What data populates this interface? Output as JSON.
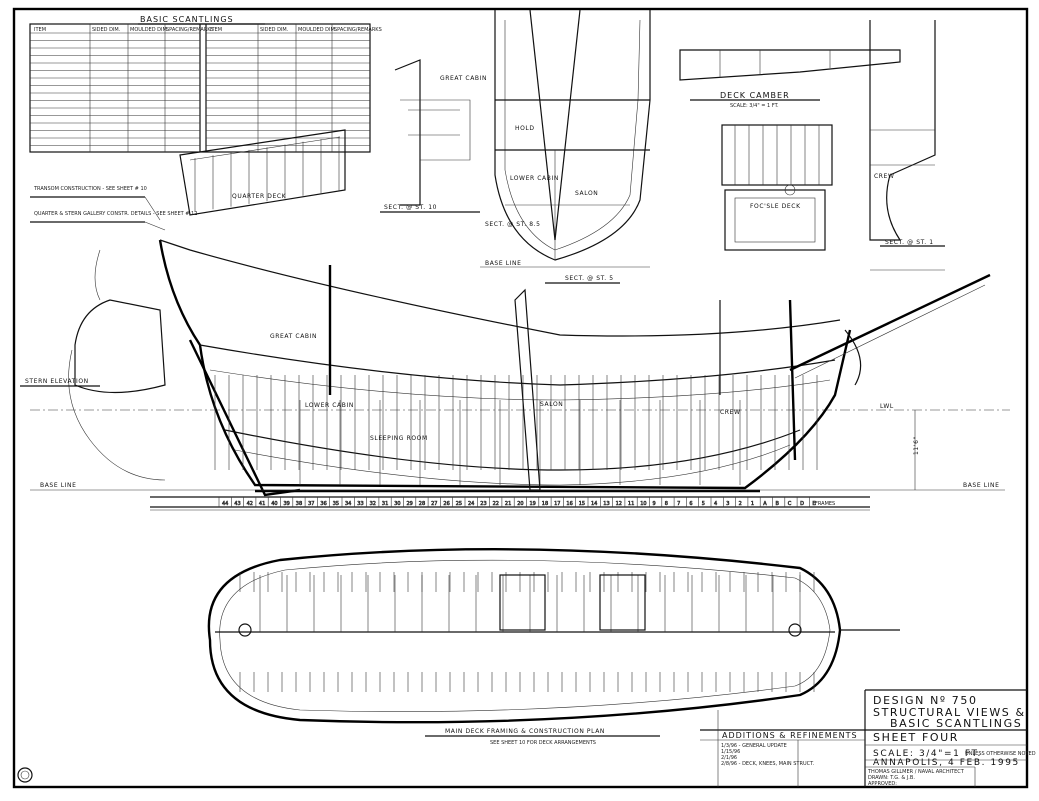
{
  "sheet": {
    "border_color": "#000000",
    "paper_color": "#ffffff"
  },
  "scantlings": {
    "title": "BASIC SCANTLINGS",
    "headers_left": [
      "ITEM",
      "SIDED DIM.",
      "MOULDED DIM.",
      "SPACING/REMARKS"
    ],
    "headers_right": [
      "ITEM",
      "SIDED DIM.",
      "MOULDED DIM.",
      "SPACING/REMARKS"
    ]
  },
  "labels": {
    "quarter_deck": "QUARTER DECK",
    "sect_10": "SECT. @ ST. 10",
    "sect_mid": "SECT. @ ST. 8.5",
    "sect_5": "SECT. @ ST. 5",
    "sect_1": "SECT. @ ST. 1",
    "focsle_deck": "FOC'SLE DECK",
    "deck_camber": "DECK CAMBER",
    "deck_camber_scale": "SCALE: 3/4\" = 1 FT.",
    "transom_note": "TRANSOM CONSTRUCTION - SEE SHEET # 10",
    "quarter_gallery_note": "QUARTER & STERN GALLERY CONSTR. DETAILS - SEE SHEET # 12",
    "stern_elevation": "STERN ELEVATION",
    "great_cabin": "GREAT CABIN",
    "lower_cabin": "LOWER CABIN",
    "salon": "SALON",
    "hold": "HOLD",
    "crew": "CREW",
    "sleeping_room": "SLEEPING ROOM",
    "base_line": "BASE LINE",
    "lwl": "LWL",
    "height": "11'6\"",
    "plan_title": "MAIN DECK FRAMING & CONSTRUCTION PLAN",
    "plan_subtitle": "SEE SHEET 10 FOR DECK ARRANGEMENTS",
    "frames": "FRAMES"
  },
  "stations": [
    "44",
    "43",
    "42",
    "41",
    "40",
    "39",
    "38",
    "37",
    "36",
    "35",
    "34",
    "33",
    "32",
    "31",
    "30",
    "29",
    "28",
    "27",
    "26",
    "25",
    "24",
    "23",
    "22",
    "21",
    "20",
    "19",
    "18",
    "17",
    "16",
    "15",
    "14",
    "13",
    "12",
    "11",
    "10",
    "9",
    "8",
    "7",
    "6",
    "5",
    "4",
    "3",
    "2",
    "1",
    "A",
    "B",
    "C",
    "D",
    "E"
  ],
  "title_block": {
    "design": "DESIGN Nº 750",
    "title_line1": "STRUCTURAL VIEWS &",
    "title_line2": "BASIC SCANTLINGS",
    "sheet": "SHEET FOUR",
    "scale": "SCALE: 3/4\"=1 FT.",
    "scale_note": "UNLESS OTHERWISE NOTED",
    "place_date": "ANNAPOLIS, 4 FEB. 1995",
    "additions_header": "ADDITIONS & REFINEMENTS",
    "revisions": [
      "1/3/96 - GENERAL UPDATE",
      "1/15/96",
      "2/1/96",
      "2/8/96 - DECK, KNEES, MAIN STRUCT."
    ],
    "designer": "THOMAS GILLMER / NAVAL ARCHITECT",
    "drawn": "DRAWN: T.G. & J.B.",
    "approved": "APPROVED:"
  }
}
